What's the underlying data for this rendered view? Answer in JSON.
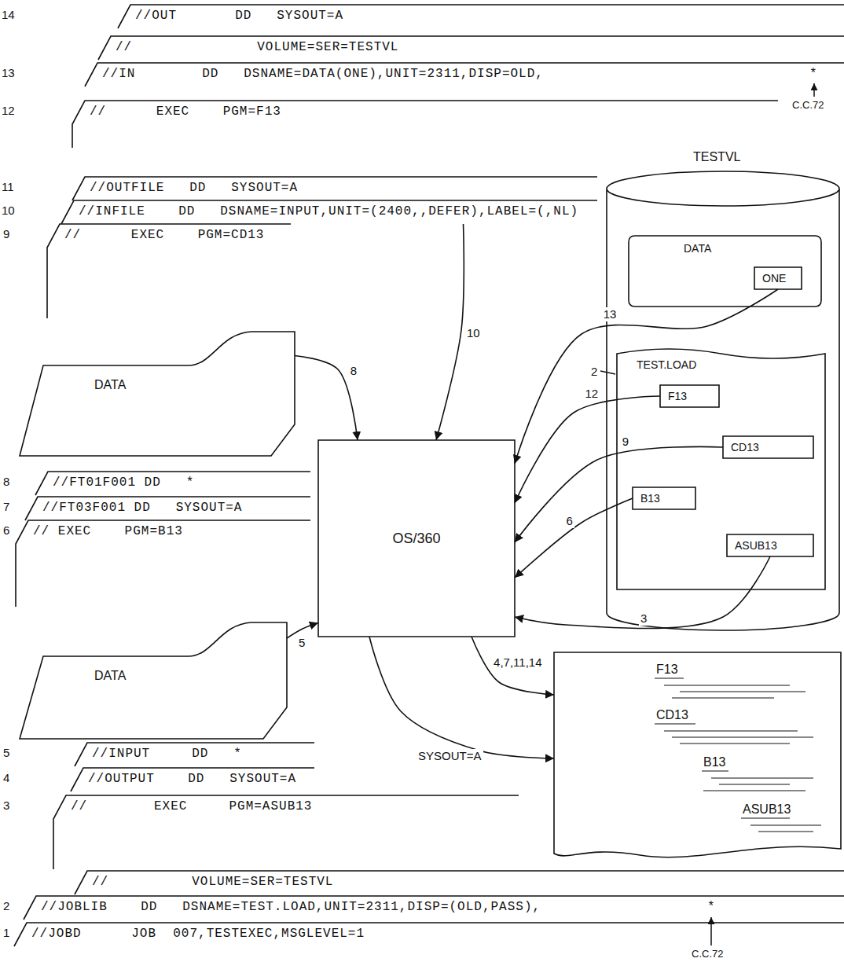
{
  "diagram": {
    "nodes": [
      {
        "text": [
          "//OUT       DD   SYSOUT=A"
        ]
      },
      {
        "text": [
          "//               VOLUME=SER=TESTVL"
        ]
      },
      {
        "text": [
          "//IN        DD   DSNAME=DATA(ONE),UNIT=2311,DISP=OLD,",
          "*"
        ]
      },
      {
        "text": [
          "//      EXEC    PGM=F13"
        ]
      },
      {
        "text": [
          "//OUTFILE   DD   SYSOUT=A"
        ]
      },
      {
        "text": [
          "//INFILE    DD   DSNAME=INPUT,UNIT=(2400,,DEFER),LABEL=(,NL)"
        ]
      },
      {
        "text": [
          "//      EXEC    PGM=CD13"
        ]
      },
      {
        "text": [
          "TESTVL"
        ]
      },
      {
        "text": [
          "DATA"
        ],
        "in": 7
      },
      {
        "text": [
          "ONE"
        ],
        "in": 8
      },
      {
        "text": [
          "TEST.LOAD"
        ],
        "in": 7
      },
      {
        "text": [
          "F13"
        ],
        "in": 10
      },
      {
        "text": [
          "CD13"
        ],
        "in": 10
      },
      {
        "text": [
          "B13"
        ],
        "in": 10
      },
      {
        "text": [
          "ASUB13"
        ],
        "in": 10
      },
      {
        "text": [
          "DATA"
        ]
      },
      {
        "text": [
          "//FT01F001 DD   *"
        ]
      },
      {
        "text": [
          "OS/360"
        ]
      },
      {
        "text": [
          "//FT03F001 DD   SYSOUT=A"
        ]
      },
      {
        "text": [
          "// EXEC    PGM=B13"
        ]
      },
      {
        "text": [
          "F13",
          "CD13",
          "B13",
          "ASUB13"
        ]
      },
      {
        "text": [
          "DATA"
        ]
      },
      {
        "text": [
          "//INPUT     DD   *"
        ]
      },
      {
        "text": [
          "//OUTPUT    DD   SYSOUT=A"
        ]
      },
      {
        "text": [
          "//        EXEC     PGM=ASUB13"
        ]
      },
      {
        "text": [
          "//          VOLUME=SER=TESTVL"
        ]
      },
      {
        "text": [
          "//JOBLIB    DD   DSNAME=TEST.LOAD,UNIT=2311,DISP=(OLD,PASS),",
          "*"
        ]
      },
      {
        "text": [
          "//JOBD      JOB  007,TESTEXEC,MSGLEVEL=1"
        ]
      }
    ],
    "edges": [
      {
        "from": 15,
        "to": 17,
        "arrow": "to",
        "label": "8"
      },
      {
        "from": 5,
        "to": 17,
        "arrow": "to",
        "label": "10"
      },
      {
        "from": 9,
        "to": 17,
        "arrow": "to",
        "label": "13"
      },
      {
        "from": 11,
        "to": 17,
        "arrow": "to",
        "label": "12"
      },
      {
        "from": 12,
        "to": 17,
        "arrow": "to",
        "label": "9"
      },
      {
        "from": 13,
        "to": 17,
        "arrow": "to",
        "label": "6"
      },
      {
        "from": 14,
        "to": 17,
        "arrow": "to",
        "label": "3"
      },
      {
        "from": 21,
        "to": 17,
        "arrow": "to",
        "label": "5"
      },
      {
        "from": 17,
        "to": 20,
        "arrow": "to",
        "label": "4,7,11,14"
      },
      {
        "from": 17,
        "to": 20,
        "arrow": "to",
        "label": "SYSOUT=A"
      }
    ],
    "labels": [
      "14",
      "13",
      "12",
      "C.C.72",
      "11",
      "10",
      "9",
      "2",
      "8",
      "7",
      "6",
      "5",
      "4",
      "3",
      "2",
      "1",
      "C.C.72"
    ]
  }
}
